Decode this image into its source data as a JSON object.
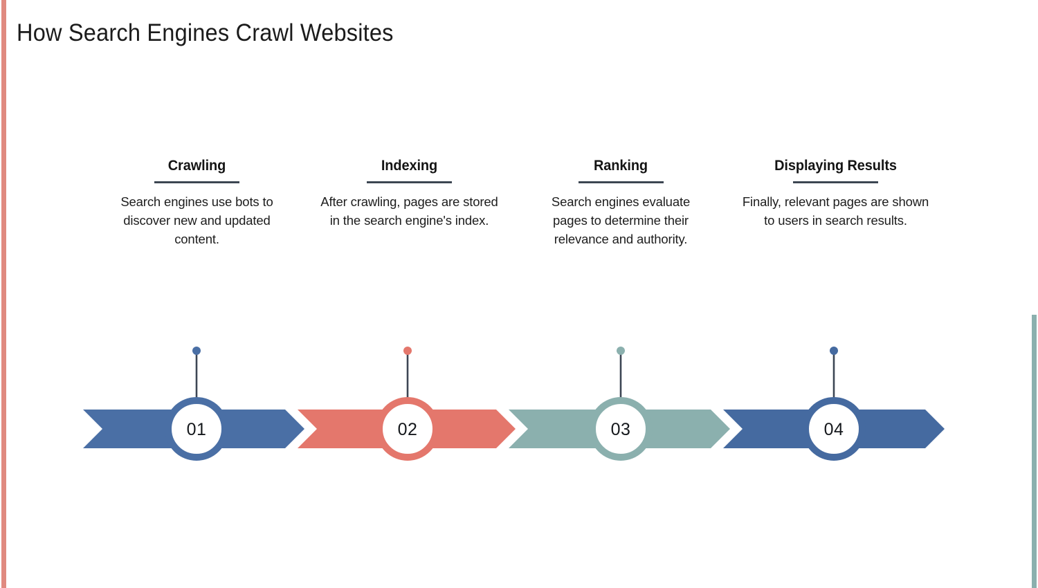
{
  "slide": {
    "title": "How Search Engines Crawl Websites",
    "background_color": "#ffffff"
  },
  "decor": {
    "left_bar_color": "#e08a80",
    "right_bar_color": "#8bb0ae"
  },
  "steps": [
    {
      "number": "01",
      "heading": "Crawling",
      "body": "Search engines use bots to discover new and updated content.",
      "color": "#4a6fa5"
    },
    {
      "number": "02",
      "heading": "Indexing",
      "body": "After crawling, pages are stored in the search engine's index.",
      "color": "#e4776c"
    },
    {
      "number": "03",
      "heading": "Ranking",
      "body": "Search engines evaluate pages to determine their relevance and authority.",
      "color": "#8bb0ae"
    },
    {
      "number": "04",
      "heading": "Displaying Results",
      "body": "Finally, relevant pages are shown to users in search results.",
      "color": "#456aa0"
    }
  ],
  "divider": {
    "color": "#3c4652"
  }
}
